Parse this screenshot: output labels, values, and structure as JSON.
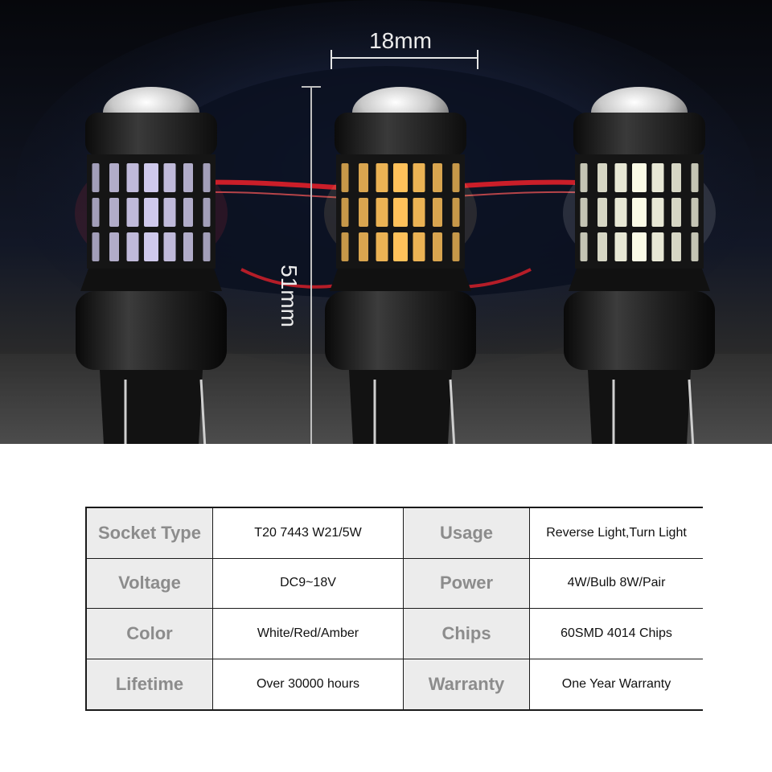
{
  "dimensions": {
    "width_label": "18mm",
    "height_label": "51mm"
  },
  "bulbs": [
    {
      "name": "red",
      "led_color": "#cfc9ec",
      "glow_color": "#ff3040"
    },
    {
      "name": "amber",
      "led_color": "#ffc15a",
      "glow_color": "#ffd28a"
    },
    {
      "name": "white",
      "led_color": "#fbfbe6",
      "glow_color": "#ffffff"
    }
  ],
  "colors": {
    "background_top": "#05060a",
    "car_light_strip": "#e0202a",
    "table_label_bg": "#ececec",
    "table_border": "#1a1a1a"
  },
  "specs": [
    {
      "label": "Socket Type",
      "value": "T20 7443 W21/5W",
      "label2": "Usage",
      "value2": "Reverse Light,Turn Light"
    },
    {
      "label": "Voltage",
      "value": "DC9~18V",
      "label2": "Power",
      "value2": "4W/Bulb 8W/Pair"
    },
    {
      "label": "Color",
      "value": "White/Red/Amber",
      "label2": "Chips",
      "value2": "60SMD 4014 Chips"
    },
    {
      "label": "Lifetime",
      "value": "Over 30000 hours",
      "label2": "Warranty",
      "value2": "One Year Warranty"
    }
  ]
}
